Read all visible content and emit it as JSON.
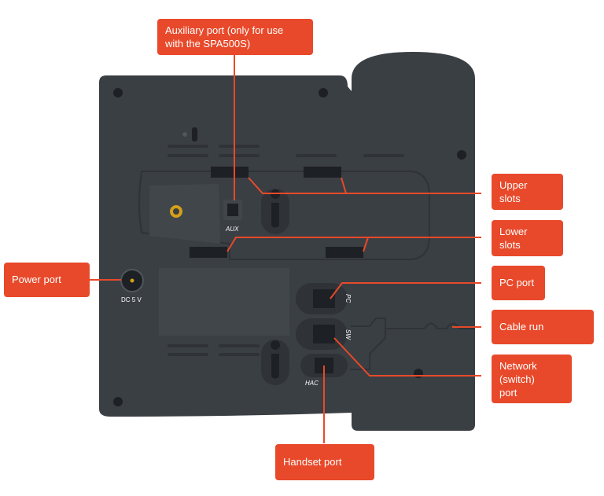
{
  "colors": {
    "body": "#3a3f44",
    "outline": "#2f3338",
    "recess": "#41464b",
    "accent": "#e8492a",
    "screw": "#1d2024",
    "gold": "#d4a017"
  },
  "callouts": {
    "aux": "Auxiliary port (only for use\nwith the SPA500S)",
    "upper": "Upper\nslots",
    "lower": "Lower\nslots",
    "power": "Power port",
    "pc": "PC port",
    "cable": "Cable run",
    "network": "Network\n(switch)\nport",
    "handset": "Handset port"
  },
  "labels": {
    "aux": "AUX",
    "dc": "DC 5 V",
    "pc": "PC",
    "sw": "SW",
    "hac": "HAC"
  }
}
